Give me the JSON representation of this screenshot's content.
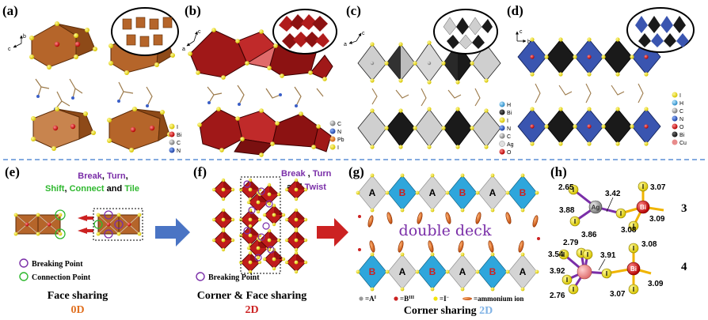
{
  "panels": {
    "a": "(a)",
    "b": "(b)",
    "c": "(c)",
    "d": "(d)",
    "e": "(e)",
    "f": "(f)",
    "g": "(g)",
    "h": "(h)"
  },
  "axes": {
    "a": "a",
    "b": "b",
    "c": "c"
  },
  "legend_a": [
    "I",
    "Bi",
    "C",
    "N"
  ],
  "legend_b": [
    "C",
    "N",
    "Pb",
    "I"
  ],
  "legend_c": [
    "H",
    "Bi",
    "I",
    "N",
    "C",
    "Ag",
    "O"
  ],
  "legend_d": [
    "I",
    "H",
    "C",
    "N",
    "O",
    "Bi",
    "Cu"
  ],
  "panel_e": {
    "action_break": "Break",
    "action_sep1": ", ",
    "action_turn": "Turn",
    "action_sep2": ",",
    "action_shift": "Shift",
    "action_sep3": ", ",
    "action_connect": "Connect",
    "action_and": " and ",
    "action_tile": "Tile",
    "breaking_point": "Breaking Point",
    "connection_point": "Connection Point",
    "caption": "Face sharing",
    "dim": "0D"
  },
  "panel_f": {
    "action_break": "Break",
    "action_sep": " , ",
    "action_turn": "Turn",
    "action_and": "and ",
    "action_twist": "Twist",
    "breaking_point": "Breaking Point",
    "caption": "Corner & Face sharing",
    "dim": "2D"
  },
  "panel_g": {
    "label_A": "A",
    "label_B": "B",
    "center": "double deck",
    "leg_a_prefix": "=A",
    "leg_a_sup": "I",
    "leg_b_prefix": "=B",
    "leg_b_sup": "III",
    "leg_i_prefix": "=I",
    "leg_i_sup": "−",
    "leg_ammonium": "=ammonium ion",
    "caption": "Corner sharing ",
    "dim": "2D"
  },
  "panel_h": {
    "compound_3": "3",
    "compound_4": "4",
    "metal_ag": "Ag",
    "metal_bi": "Bi",
    "iodide": "I",
    "d3": [
      "2.65",
      "3.42",
      "3.07",
      "3.88",
      "3.09",
      "3.08"
    ],
    "d4": [
      "2.79",
      "3.86",
      "3.54",
      "3.91",
      "3.08",
      "3.92",
      "2.76",
      "3.07",
      "3.09"
    ]
  },
  "colors": {
    "octa_orange": "#b5652a",
    "octa_red": "#b01c1c",
    "octa_grey": "#cfcfcf",
    "octa_black": "#1a1a1a",
    "octa_blue": "#3a55b0",
    "iodide_yellow": "#f2e20a",
    "divider_blue": "#5b8fd6",
    "arrow_blue": "#4a74c4",
    "arrow_red": "#cc2222",
    "purple": "#7a2ea8",
    "green": "#2eb82e",
    "orange_text": "#e07020",
    "light_blue_text": "#7fb2e5",
    "cyan": "#20a8dc"
  }
}
